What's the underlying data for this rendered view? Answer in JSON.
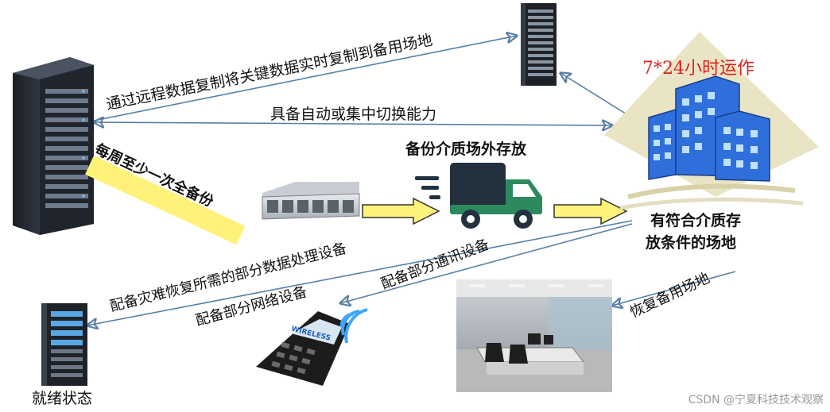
{
  "labels": {
    "remote_copy": "通过远程数据复制将关键数据实时复制到备用场地",
    "auto_switch": "具备自动或集中切换能力",
    "weekly_backup": "每周至少一次全备份",
    "offsite_storage": "备份介质场外存放",
    "site_24x7": "7*24小时运作",
    "storage_site_line1": "有符合介质存",
    "storage_site_line2": "放条件的场地",
    "data_processing": "配备灾难恢复所需的部分数据处理设备",
    "network_equipment": "配备部分网络设备",
    "comm_equipment": "配备部分通讯设备",
    "recover_site": "恢复备用场地",
    "ready_state": "就绪状态",
    "phone_screen": "WIRELESS"
  },
  "watermark": "CSDN @宁夏科技技术观察",
  "colors": {
    "arrow": "#5a7fa6",
    "highlight": "#fff27a",
    "red_text": "#e02020",
    "truck_body": "#22313d",
    "truck_cab": "#2d8a5f",
    "building": "#2f6fdc",
    "ground": "#e9e4c4"
  }
}
